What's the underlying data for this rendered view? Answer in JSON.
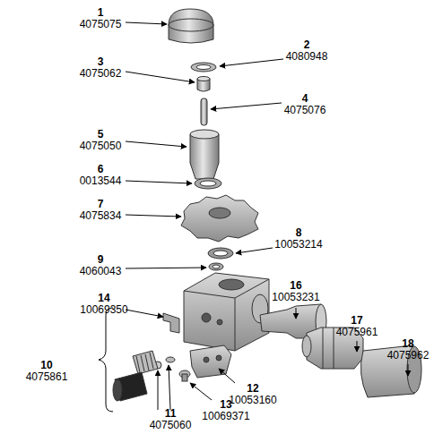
{
  "diagram": {
    "labels": [
      "1",
      "4075075",
      "2",
      "4080948",
      "3",
      "4075062",
      "4",
      "4075076",
      "5",
      "4075050",
      "6",
      "0013544",
      "7",
      "4075834",
      "8",
      "10053214",
      "9",
      "4060043",
      "16",
      "10053231",
      "17",
      "4075961",
      "18",
      "4075962",
      "14",
      "10069350",
      "10",
      "4075861",
      "12",
      "10053160",
      "11",
      "4075060",
      "13",
      "10069371"
    ]
  }
}
